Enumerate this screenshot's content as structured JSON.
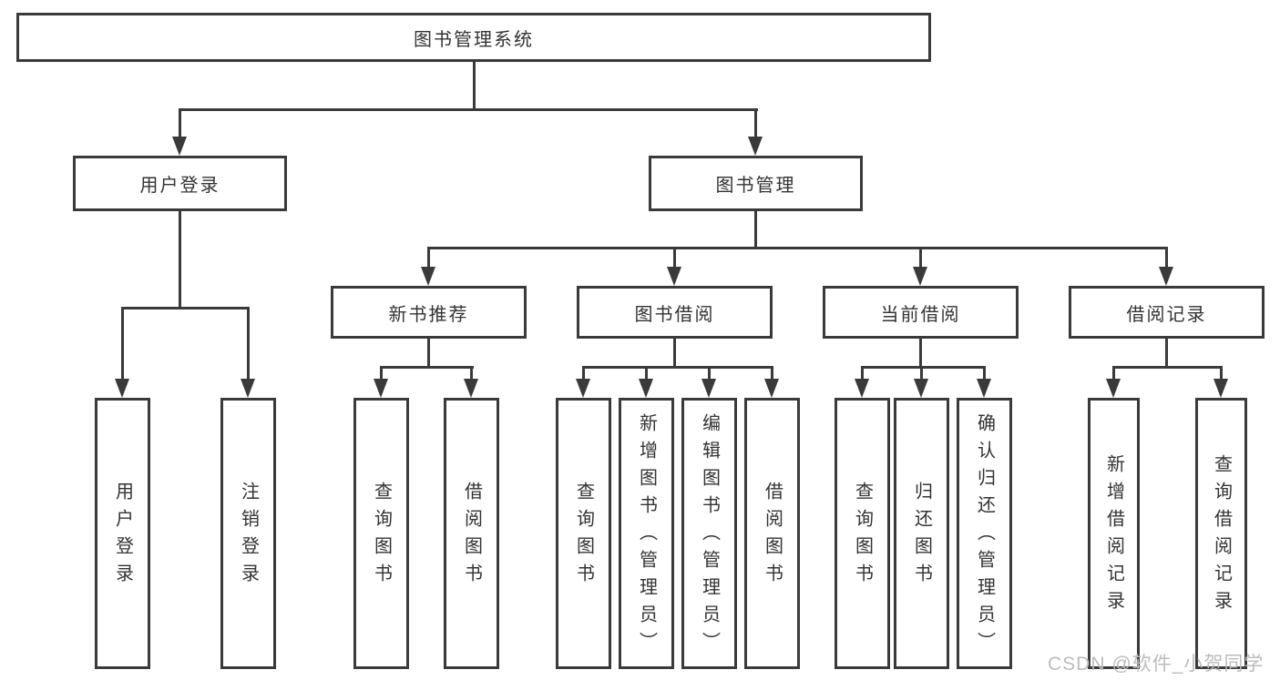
{
  "diagram": {
    "root": "图书管理系统",
    "user_login": {
      "label": "用户登录",
      "children": [
        "用户登录",
        "注销登录"
      ]
    },
    "book_mgmt": {
      "label": "图书管理",
      "sections": [
        {
          "label": "新书推荐",
          "children": [
            "查询图书",
            "借阅图书"
          ]
        },
        {
          "label": "图书借阅",
          "children": [
            "查询图书",
            "新增图书（管理员）",
            "编辑图书（管理员）",
            "借阅图书"
          ]
        },
        {
          "label": "当前借阅",
          "children": [
            "查询图书",
            "归还图书",
            "确认归还（管理员）"
          ]
        },
        {
          "label": "借阅记录",
          "children": [
            "新增借阅记录",
            "查询借阅记录"
          ]
        }
      ]
    }
  },
  "watermark": "CSDN @软件_小贺同学",
  "colors": {
    "line": "#3a3a3a",
    "text": "#333333",
    "watermark": "#bcbcbc"
  }
}
